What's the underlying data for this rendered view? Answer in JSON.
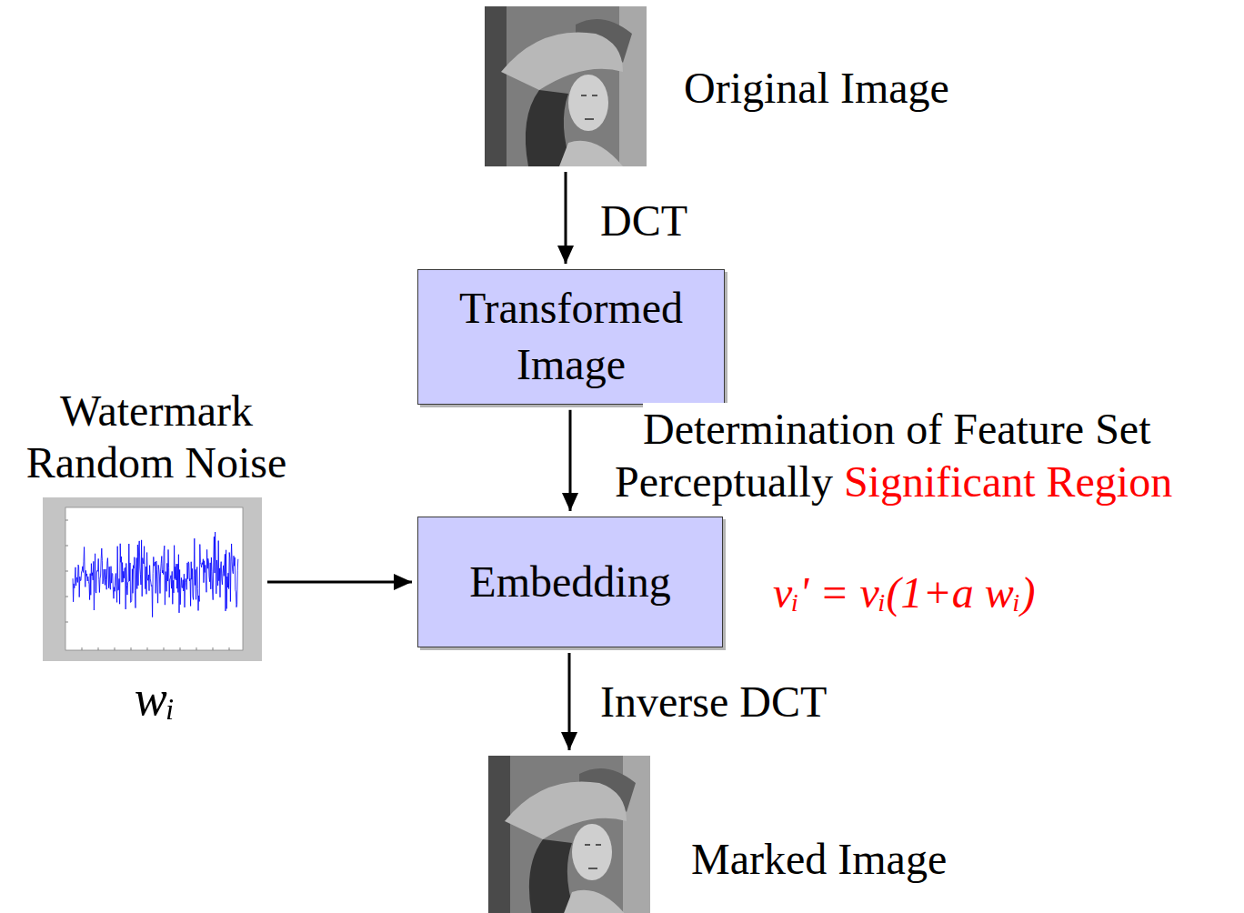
{
  "diagram": {
    "nodes": [
      {
        "text": [
          "Original Image"
        ]
      },
      {
        "text": [
          "Transformed Image"
        ]
      },
      {
        "text": [
          "Watermark Random Noise",
          "wᵢ"
        ]
      },
      {
        "text": [
          "Embedding"
        ]
      },
      {
        "text": [
          "Marked Image"
        ]
      }
    ],
    "edges": [
      {
        "from": 0,
        "to": 1,
        "arrow": "to",
        "label": "DCT"
      },
      {
        "from": 1,
        "to": 3,
        "arrow": "to",
        "label": "Determination of Feature Set"
      },
      {
        "from": 2,
        "to": 3,
        "arrow": "to"
      },
      {
        "from": 3,
        "to": 4,
        "arrow": "to",
        "label": "Inverse DCT"
      }
    ],
    "labels": [
      "Perceptually",
      "Significant Region",
      "vᵢ' = vᵢ(1+a wᵢ)"
    ]
  }
}
